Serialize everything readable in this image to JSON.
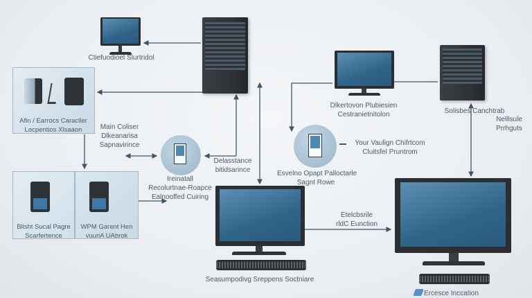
{
  "nodes": {
    "top_monitor": {
      "label": "Ctiefuodioel Slurtridol"
    },
    "left_panel": {
      "lines": [
        "Afln / Earrocs Caracller",
        "Locpentios Xlsaaon"
      ]
    },
    "main_coliser": {
      "lines": [
        "Main Coliser",
        "Dlkeanarisa",
        "Sapnavirince"
      ]
    },
    "install_circle": {
      "lines": [
        "Ireinatall",
        "Recolurtnae-Roapce",
        "Ealnooffed Cuiring"
      ]
    },
    "distance_note": {
      "lines": [
        "Delasstance",
        "bitidsarince"
      ]
    },
    "bottom_left_a": {
      "lines": [
        "Blisht Sucal Pagre",
        "Scarfertence"
      ]
    },
    "bottom_left_b": {
      "lines": [
        "WPM Garent Hen",
        "vuuriA UAbrok"
      ]
    },
    "center_monitor": {
      "label": "Seasumpodivg Sreppens Soctniare"
    },
    "connection_note": {
      "lines": [
        "Etelcbsrile",
        "rldC Eunction"
      ]
    },
    "right_monitor": {
      "lines": [
        "Dlkertovon Plubiesien",
        "Cestranietnitolon"
      ]
    },
    "right_circle": {
      "lines": [
        "Esvelno Opapt Palloctarle",
        "Sagnt Rowe"
      ]
    },
    "vaulign_note": {
      "lines": [
        "Your Vaulign Chifrtcom",
        "Cluitsfel Pruntrom"
      ]
    },
    "right_server": {
      "lines": [
        "Solisbes Canchtrab"
      ],
      "side": [
        "Nelllsule",
        "Prrhguts"
      ]
    },
    "big_monitor": {
      "label": "Ercesce Inccation"
    }
  },
  "colors": {
    "line": "#3d5566",
    "screen": "#2f6489",
    "text": "#4a5a68"
  }
}
